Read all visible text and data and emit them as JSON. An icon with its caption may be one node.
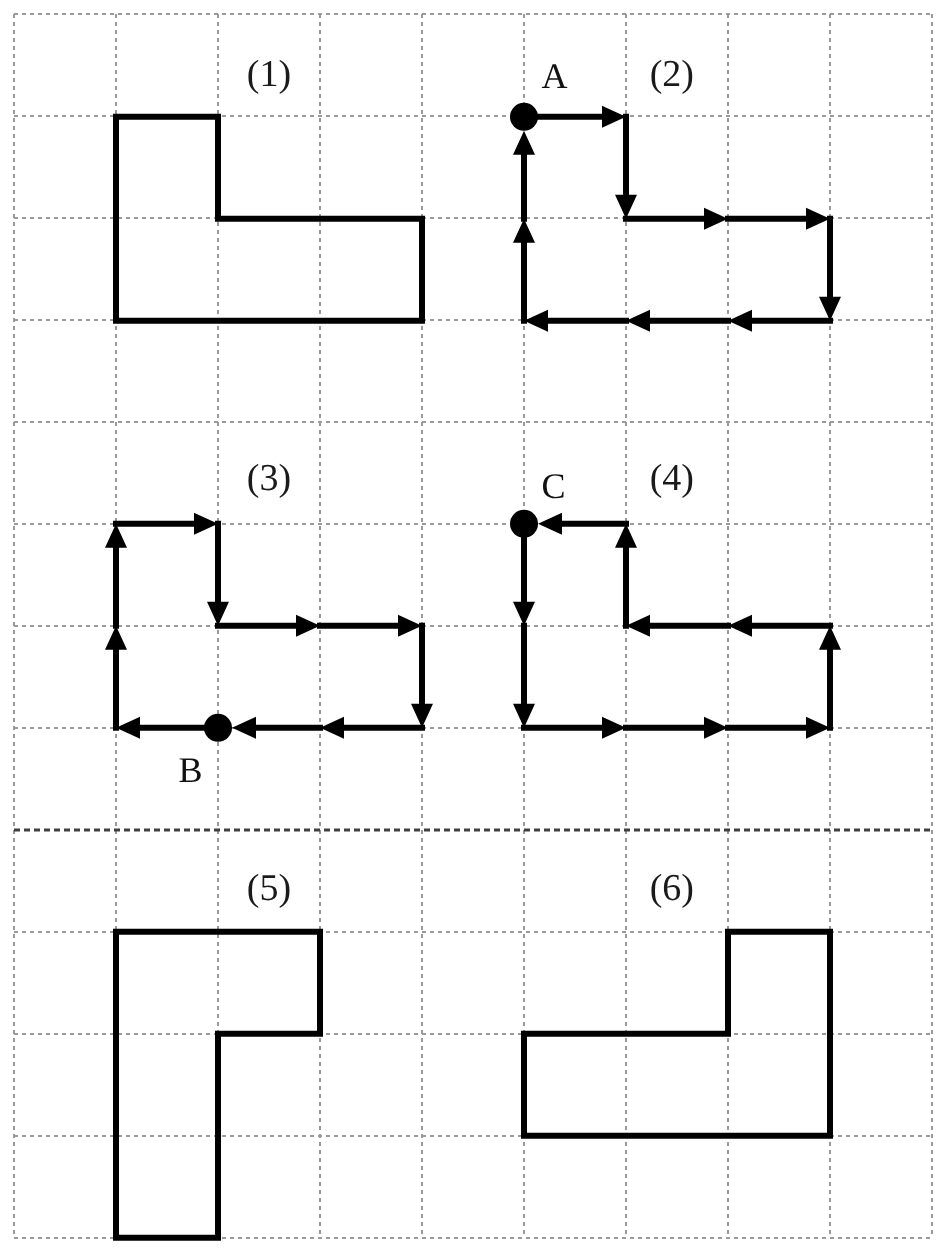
{
  "diagram": {
    "nodes": [
      {
        "text": [
          "(1)"
        ]
      },
      {
        "text": [
          "(2)"
        ]
      },
      {
        "text": [
          "(3)"
        ]
      },
      {
        "text": [
          "(4)"
        ]
      },
      {
        "text": [
          "(5)"
        ]
      },
      {
        "text": [
          "(6)"
        ]
      }
    ],
    "labels": [
      "A",
      "C",
      "B"
    ]
  }
}
